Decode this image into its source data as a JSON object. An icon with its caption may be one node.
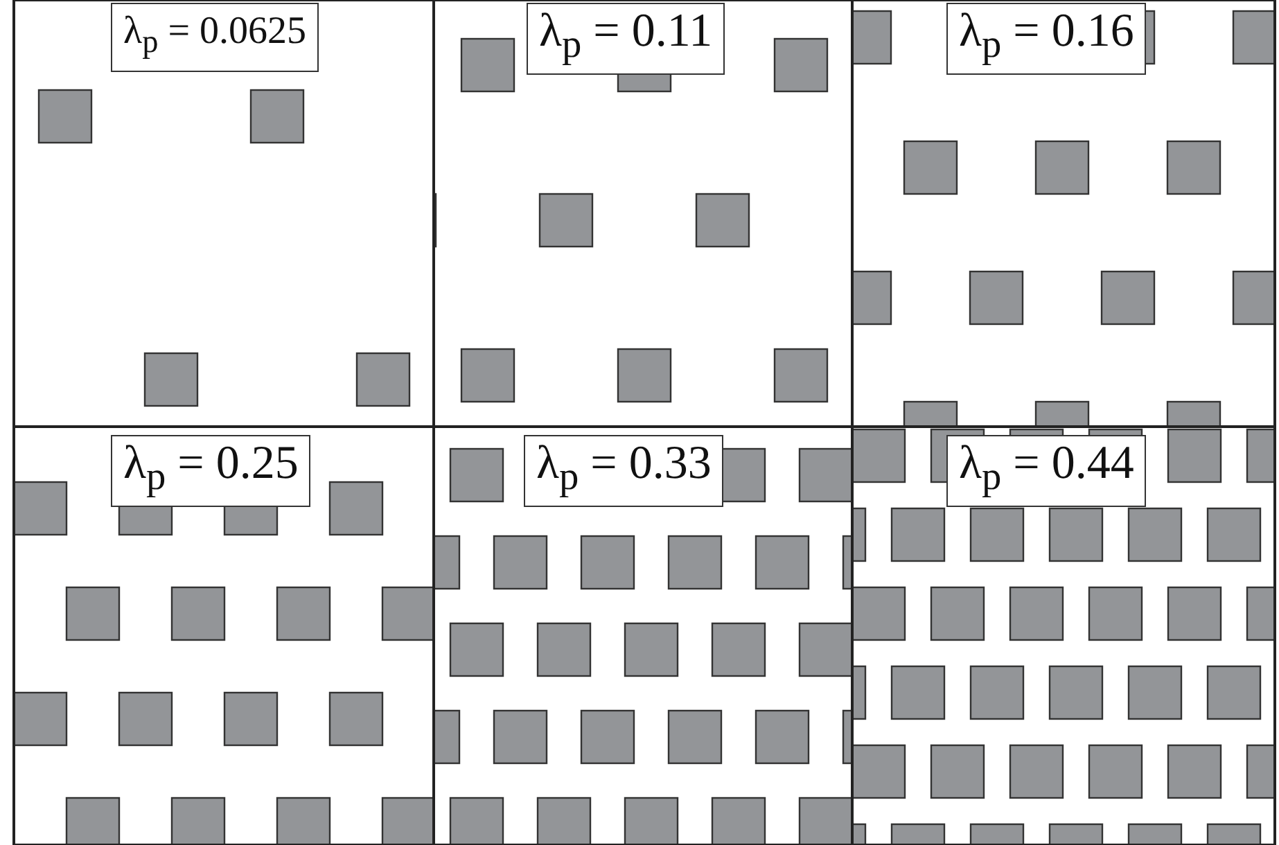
{
  "diagram": {
    "nodes": [
      {
        "text": [
          "λ$_{p}$ = 0.0625"
        ]
      },
      {
        "text": [
          "λ$_{p}$ = 0.11"
        ]
      },
      {
        "text": [
          "λ$_{p}$ = 0.16"
        ]
      },
      {
        "text": [
          "λ$_{p}$ = 0.25"
        ]
      },
      {
        "text": [
          "λ$_{p}$ = 0.33"
        ]
      },
      {
        "text": [
          "λ$_{p}$ = 0.44"
        ]
      }
    ]
  }
}
